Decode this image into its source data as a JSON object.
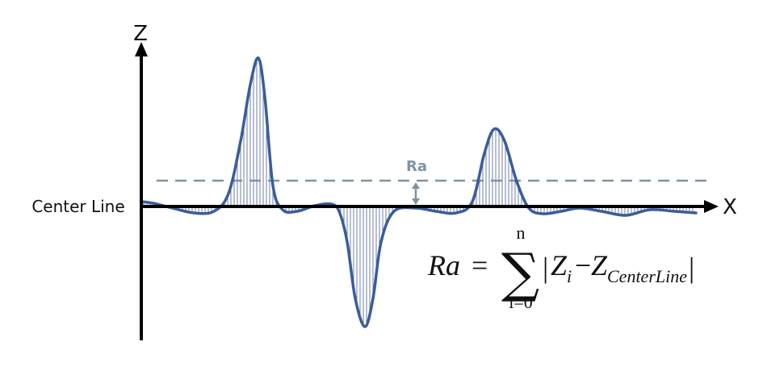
{
  "labels": {
    "z_axis": "Z",
    "x_axis": "X",
    "center_line": "Center Line",
    "ra": "Ra"
  },
  "formula": {
    "lhs": "Ra",
    "equals": "=",
    "sigma": "∑",
    "upper_limit": "n",
    "lower_limit": "i=0",
    "bar": "|",
    "z": "Z",
    "z_sub_i": "i",
    "minus": "−",
    "z_sub_center": "CenterLine"
  },
  "colors": {
    "profile": "#3b5c9a",
    "hatch": "#6d7fa8",
    "ra_line": "#7d93a4",
    "axis": "#000000"
  }
}
